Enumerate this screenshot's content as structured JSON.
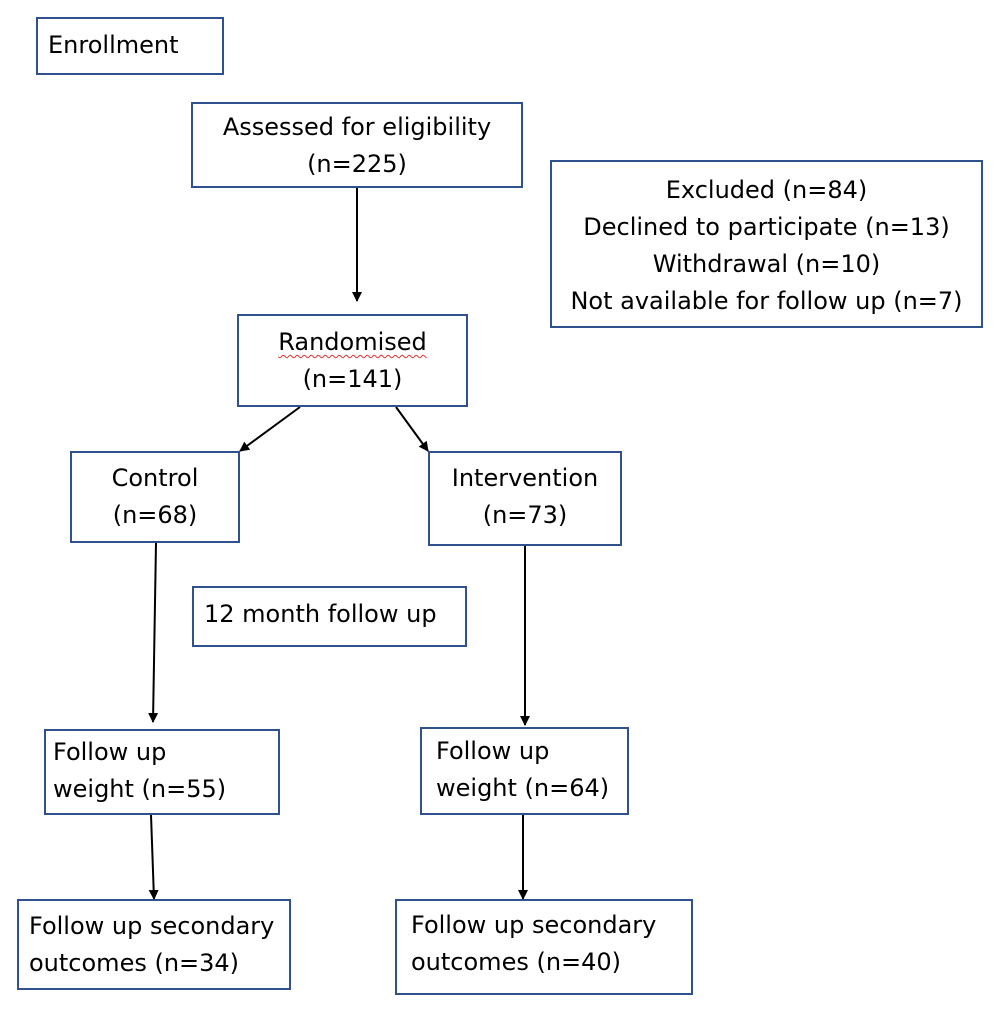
{
  "boxes": {
    "enrollment": {
      "text": "Enrollment"
    },
    "assessed": {
      "line1": "Assessed for eligibility",
      "line2": "(n=225)"
    },
    "excluded": {
      "line1": "Excluded (n=84)",
      "line2": "Declined to participate (n=13)",
      "line3": "Withdrawal (n=10)",
      "line4": "Not available for follow up (n=7)"
    },
    "randomised": {
      "line1": "Randomised",
      "line2": "(n=141)"
    },
    "control": {
      "line1": "Control",
      "line2": "(n=68)"
    },
    "intervention": {
      "line1": "Intervention",
      "line2": "(n=73)"
    },
    "followup_period": {
      "text": "12 month follow up"
    },
    "control_weight": {
      "line1": "Follow up",
      "line2": "weight (n=55)"
    },
    "intervention_weight": {
      "line1": "Follow up",
      "line2": "weight (n=64)"
    },
    "control_secondary": {
      "line1": "Follow up secondary",
      "line2": "outcomes (n=34)"
    },
    "intervention_secondary": {
      "line1": "Follow up secondary",
      "line2": "outcomes (n=40)"
    }
  },
  "colors": {
    "box_border": "#2f528f",
    "arrow": "#000000",
    "spellcheck_underline": "#e03030"
  }
}
